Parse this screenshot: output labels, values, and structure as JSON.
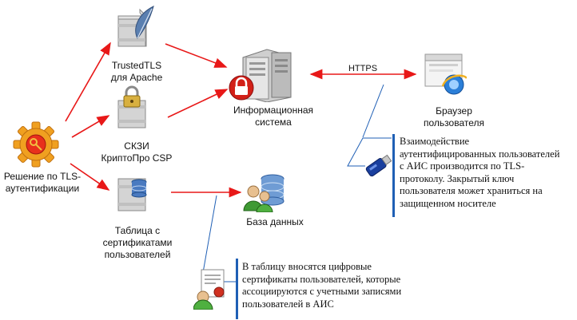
{
  "nodes": {
    "trustedtls": "TrustedTLS\nдля Apache",
    "skzi": "СКЗИ\nКриптоПро CSP",
    "table": "Таблица с\nсертификатами\nпользователей",
    "solution": "Решение по TLS-\nаутентификации",
    "info_system": "Информационная\nсистема",
    "database": "База данных",
    "browser": "Браузер\nпользователя"
  },
  "edges": {
    "https_label": "HTTPS"
  },
  "notes": {
    "auth_note": "Взаимодействие\nаутентифицированных пользователей\nс АИС производится по TLS-\nпротоколу. Закрытый ключ\nпользователя может храниться на\nзащищенном носителе",
    "cert_note": "В таблицу вносятся цифровые\nсертификаты пользователей, которые\nассоциируются с учетными записями\nпользователей в АИС"
  },
  "colors": {
    "arrow": "#e81818",
    "note_bar": "#1f5fb5",
    "gear": "#f0a020"
  },
  "icons": [
    "gear-key-icon",
    "feather-doc-icon",
    "lock-doc-icon",
    "database-doc-icon",
    "servers-icon",
    "browser-window-icon",
    "users-db-icon",
    "usb-token-icon",
    "certificate-icon"
  ]
}
